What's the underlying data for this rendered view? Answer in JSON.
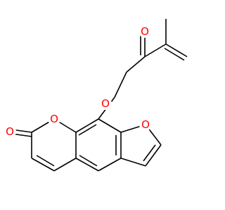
{
  "molecule": {
    "atoms": {
      "o_ketone": "O",
      "o_ether": "O",
      "o_furan": "O",
      "o_lactone_ring": "O",
      "o_carbonyl": "O"
    },
    "colors": {
      "bond": "#000000",
      "oxygen": "#ff0000",
      "background": "#ffffff"
    }
  }
}
